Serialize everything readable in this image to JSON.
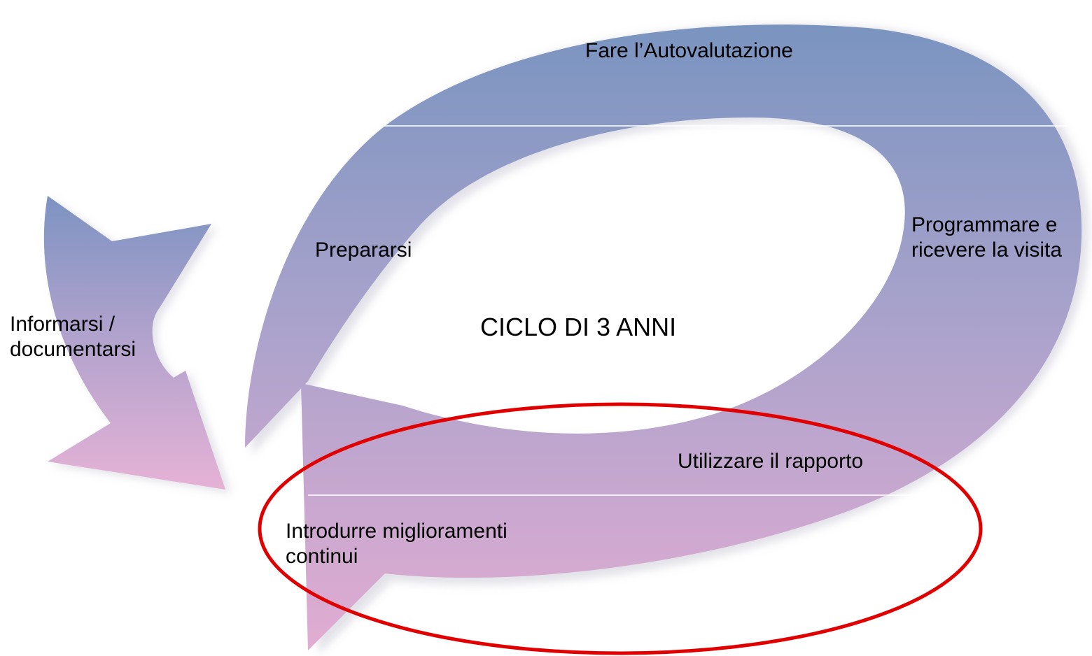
{
  "diagram": {
    "center_label": "CICLO DI 3 ANNI",
    "steps": [
      {
        "label": "Fare l’Autovalutazione"
      },
      {
        "label": "Programmare e\nricevere la visita"
      },
      {
        "label": "Utilizzare il rapporto"
      },
      {
        "label": "Introdurre miglioramenti\ncontinui"
      },
      {
        "label": "Informarsi /\ndocumentarsi"
      },
      {
        "label": "Prepararsi"
      }
    ]
  },
  "colors": {
    "arrow_top": "#7a94c0",
    "arrow_bottom": "#e2acd2",
    "highlight_ellipse": "#e00000"
  }
}
